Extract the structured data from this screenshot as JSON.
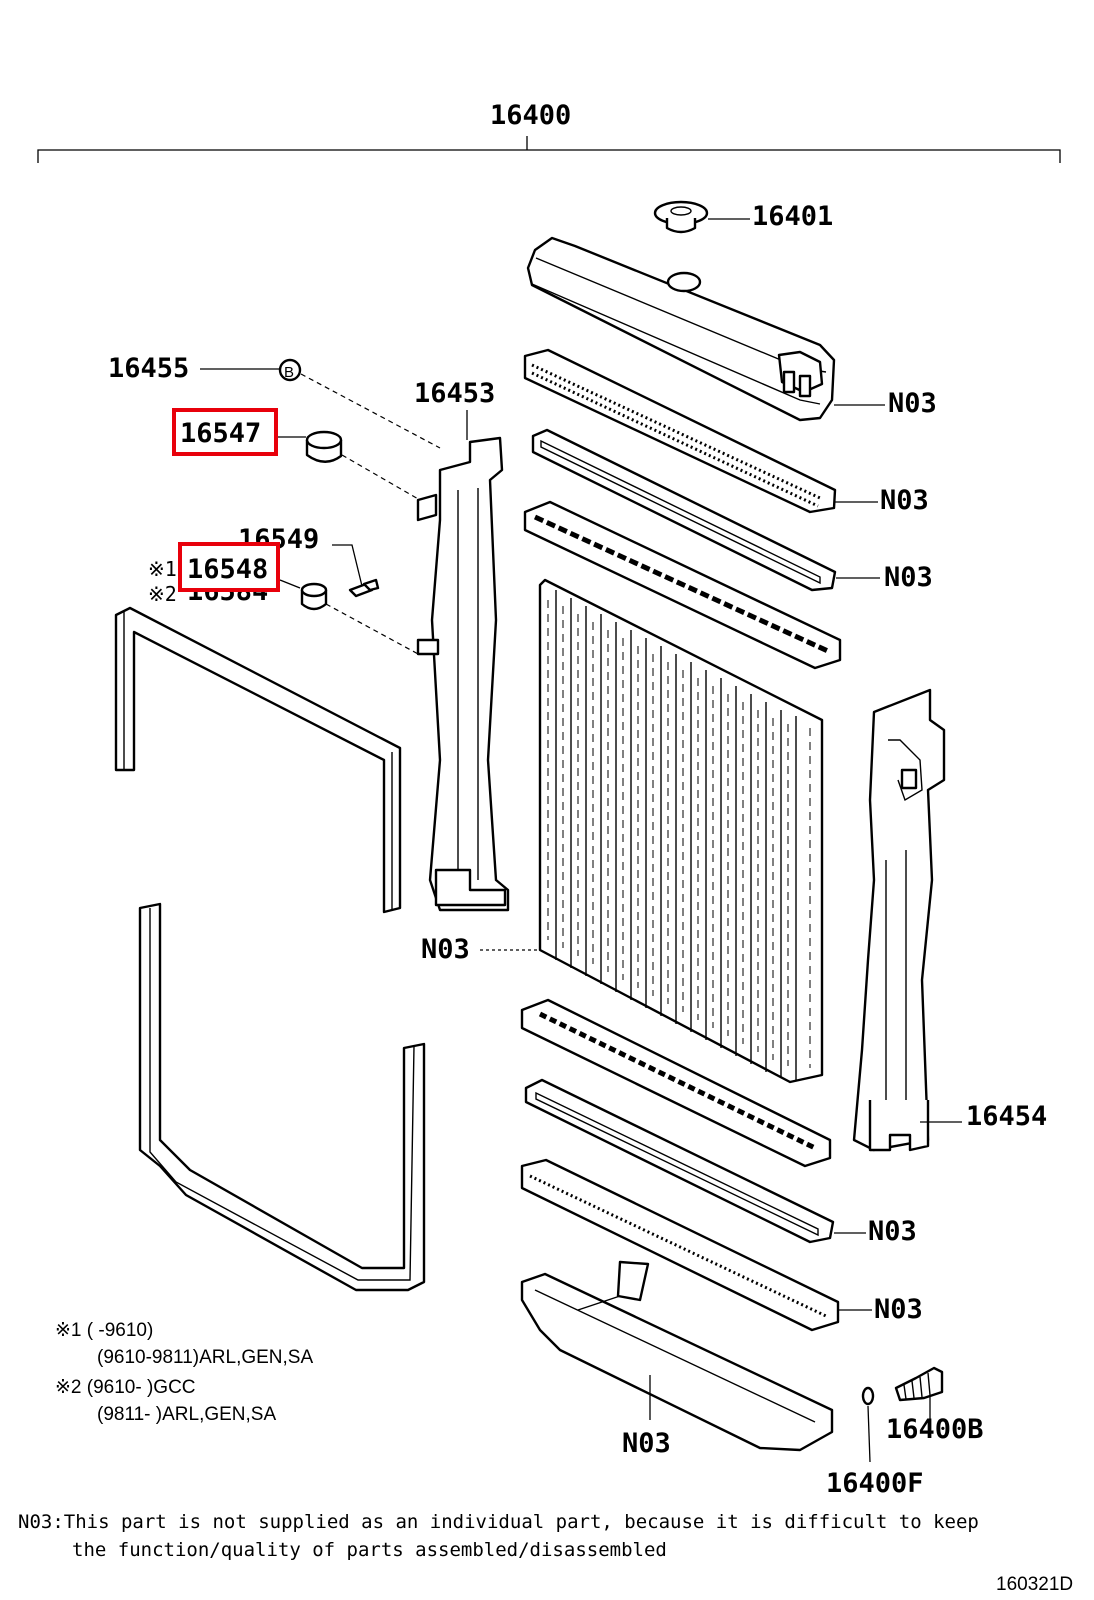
{
  "labels": {
    "assembly": "16400",
    "cap": "16401",
    "plug": "16455",
    "cushion_upper": "16547",
    "support_left": "16453",
    "bolt": "16549",
    "cushion_lower": "16548",
    "cushion_alt": "16584",
    "support_right": "16454",
    "drain_cock": "16400B",
    "oring": "16400F",
    "n03": "N03",
    "mark1": "※1",
    "mark2": "※2",
    "plug_symbol": "B"
  },
  "notes": {
    "n1_line1": "※1 (        -9610)",
    "n1_line2": "(9610-9811)ARL,GEN,SA",
    "n2_line1": "※2 (9610-        )GCC",
    "n2_line2": "(9811-        )ARL,GEN,SA"
  },
  "footer": {
    "line1": "N03:This part is not supplied as an individual part, because it is difficult to keep",
    "line2": "the function/quality of parts assembled/disassembled"
  },
  "diagram_code": "160321D",
  "highlight_color": "#e8000b"
}
